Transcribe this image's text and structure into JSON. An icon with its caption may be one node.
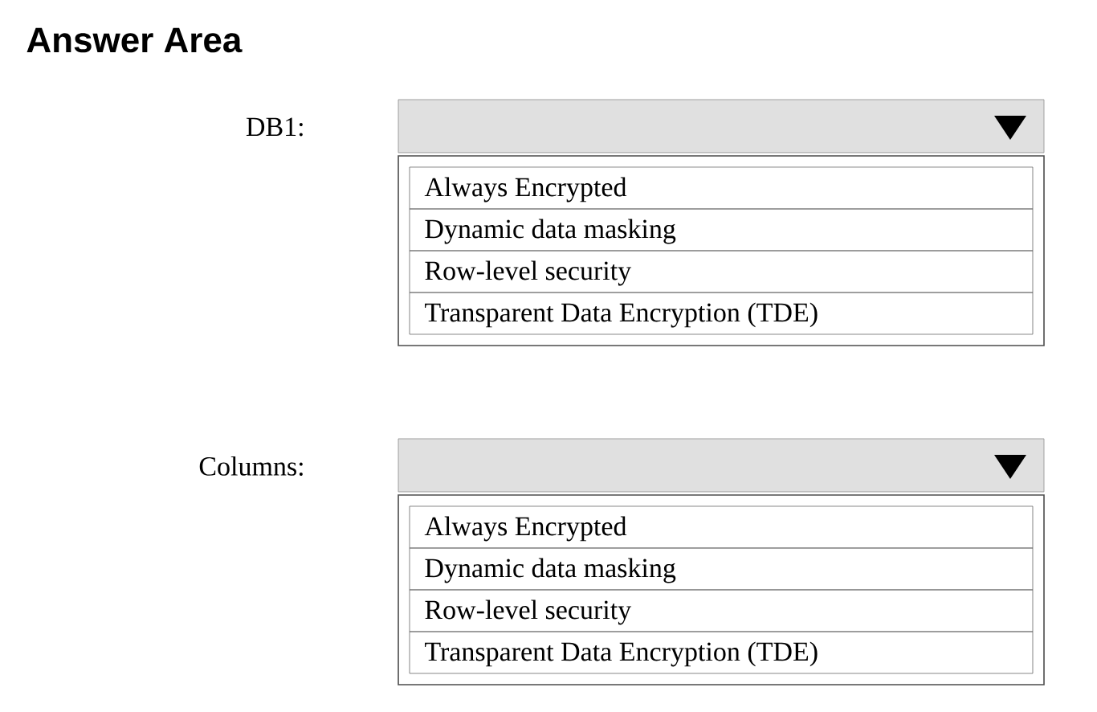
{
  "diagram": {
    "title": "Answer Area",
    "labels": [
      "DB1:",
      "Always Encrypted",
      "Dynamic data masking",
      "Row-level security",
      "Transparent Data Encryption (TDE)",
      "Columns:",
      "Always Encrypted",
      "Dynamic data masking",
      "Row-level security",
      "Transparent Data Encryption (TDE)"
    ]
  }
}
